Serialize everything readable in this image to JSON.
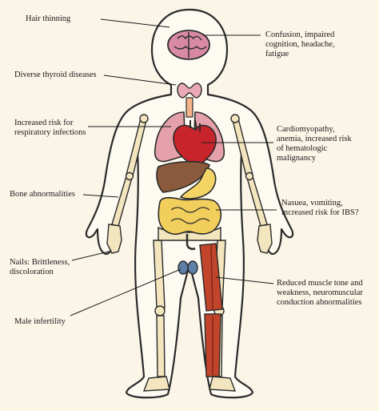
{
  "labels": {
    "hair": "Hair thinning",
    "brain": "Confusion, impaired\ncognition, headache,\nfatigue",
    "thyroid": "Diverse thyroid diseases",
    "respiratory": "Increased risk for\nrespiratory infections",
    "heart": "Cardiomyopathy,\nanemia, increased risk\nof hematologic\nmalignancy",
    "bone": "Bone abnormalities",
    "intestine": "Nasuea, vomiting,\nincreased risk for IBS?",
    "nails": "Nails: Brittleness,\ndiscoloration",
    "muscle": "Reduced muscle tone and\nweakness, neuromuscular\nconduction abnormalities",
    "infertility": "Male infertility"
  },
  "colors": {
    "background": "#fbf5e8",
    "outline": "#2b2b2b",
    "bone": "#f3e6bf",
    "brain": "#d88aa5",
    "thyroid": "#e9a9b6",
    "lung": "#e4a1ab",
    "heart": "#c8242b",
    "liver": "#8b5a3c",
    "stomach": "#f5d466",
    "intestine": "#f2cf5c",
    "testes": "#5d7fa8",
    "muscle": "#c2452b"
  }
}
